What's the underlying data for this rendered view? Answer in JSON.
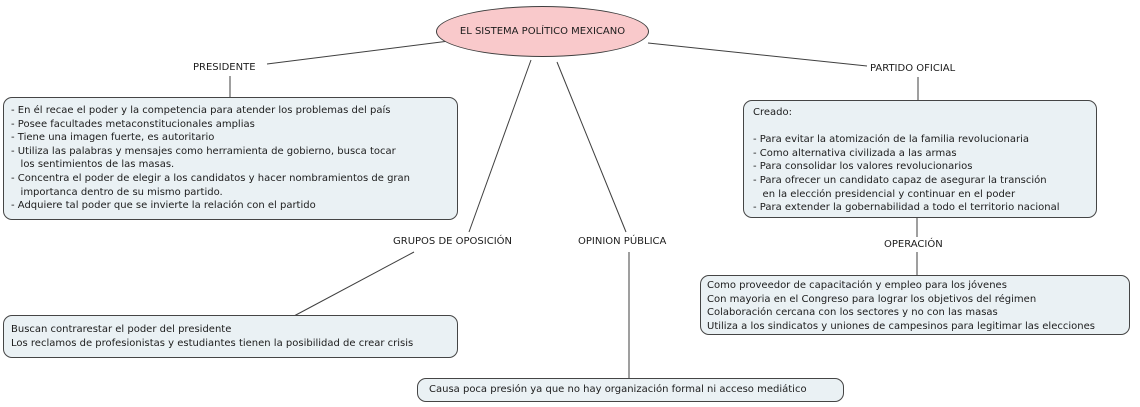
{
  "diagram": {
    "type": "concept-map",
    "central_topic": "EL SISTEMA POLÍTICO MEXICANO",
    "colors": {
      "central_fill": "#f9c9cb",
      "box_fill": "#eaf1f4",
      "line": "#3f3f3f",
      "text": "#1c1c1c"
    },
    "branches": {
      "presidente": {
        "label": "PRESIDENTE",
        "notes": [
          "- En él recae el poder y la competencia para atender los problemas del país",
          "- Posee facultades metaconstitucionales amplias",
          "- Tiene una imagen fuerte, es autoritario",
          "- Utiliza las palabras y mensajes como herramienta de gobierno, busca tocar",
          "   los sentimientos de las masas.",
          "- Concentra el poder de elegir a los candidatos y hacer nombramientos de gran",
          "   importanca dentro de su mismo partido.",
          "- Adquiere tal poder que se invierte la relación con el partido"
        ]
      },
      "partido_oficial": {
        "label": "PARTIDO OFICIAL",
        "notes": [
          "Creado:",
          "",
          "- Para evitar la atomización de la familia revolucionaria",
          "- Como alternativa civilizada a las armas",
          "- Para consolidar los valores revolucionarios",
          "- Para ofrecer un candidato capaz de asegurar la transción",
          "   en la elección presidencial y continuar en el poder",
          "- Para extender la gobernabilidad a todo el territorio nacional"
        ]
      },
      "grupos_oposicion": {
        "label": "GRUPOS DE OPOSICIÓN",
        "notes": [
          "Buscan contrarestar el poder del presidente",
          "Los reclamos de profesionistas y estudiantes tienen la posibilidad de crear crisis"
        ]
      },
      "opinion_publica": {
        "label": "OPINION PÚBLICA",
        "notes": [
          "Causa poca presión ya que no hay organización formal ni acceso mediático"
        ]
      },
      "operacion": {
        "label": "OPERACIÓN",
        "notes": [
          "Como proveedor de capacitación y empleo para los jóvenes",
          "Con mayoria en el Congreso para lograr los objetivos del régimen",
          "Colaboración cercana con los sectores y no con las masas",
          "Utiliza a los sindicatos y uniones de campesinos para legitimar las elecciones"
        ]
      }
    }
  }
}
